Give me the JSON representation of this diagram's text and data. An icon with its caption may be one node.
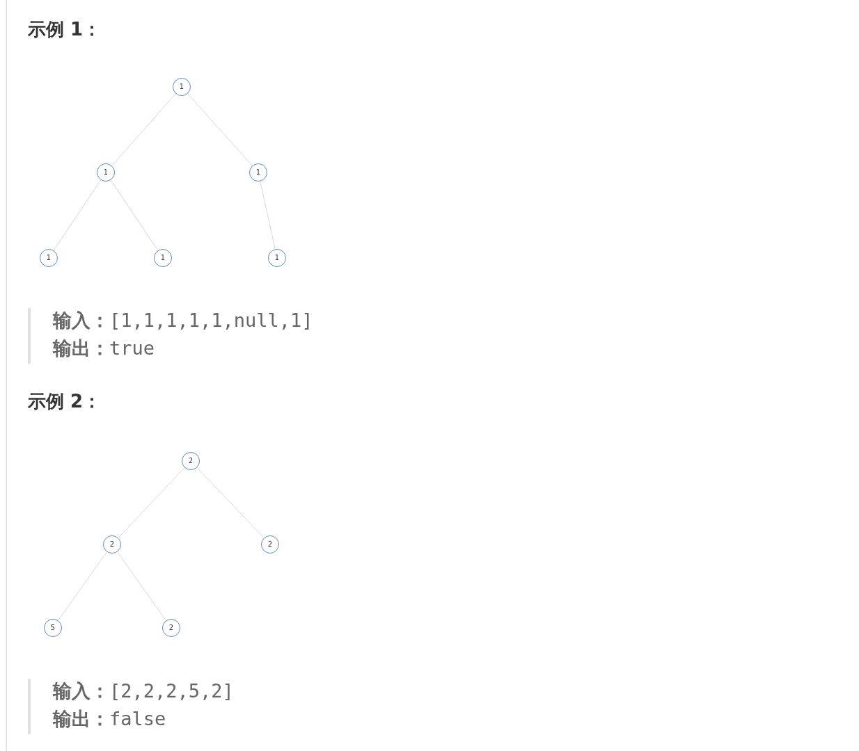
{
  "diagram": {
    "nodes": [
      {
        "text": [
          "1"
        ]
      },
      {
        "text": [
          "1"
        ]
      },
      {
        "text": [
          "1"
        ]
      },
      {
        "text": [
          "1"
        ]
      },
      {
        "text": [
          "1"
        ]
      },
      {
        "text": [
          "1"
        ]
      },
      {
        "text": [
          "2"
        ]
      },
      {
        "text": [
          "2"
        ]
      },
      {
        "text": [
          "2"
        ]
      },
      {
        "text": [
          "5"
        ]
      },
      {
        "text": [
          "2"
        ]
      }
    ],
    "edges": [
      {
        "from": 0,
        "to": 1,
        "arrow": "none"
      },
      {
        "from": 0,
        "to": 2,
        "arrow": "none"
      },
      {
        "from": 1,
        "to": 3,
        "arrow": "none"
      },
      {
        "from": 1,
        "to": 4,
        "arrow": "none"
      },
      {
        "from": 2,
        "to": 5,
        "arrow": "none"
      },
      {
        "from": 6,
        "to": 7,
        "arrow": "none"
      },
      {
        "from": 6,
        "to": 8,
        "arrow": "none"
      },
      {
        "from": 7,
        "to": 9,
        "arrow": "none"
      },
      {
        "from": 7,
        "to": 10,
        "arrow": "none"
      }
    ],
    "labels": [
      "示例 1：",
      "**输入：**[1,1,1,1,1,null,1]",
      "**输出：**true",
      "示例 2：",
      "**输入：**[2,2,2,5,2]",
      "**输出：**false"
    ]
  }
}
